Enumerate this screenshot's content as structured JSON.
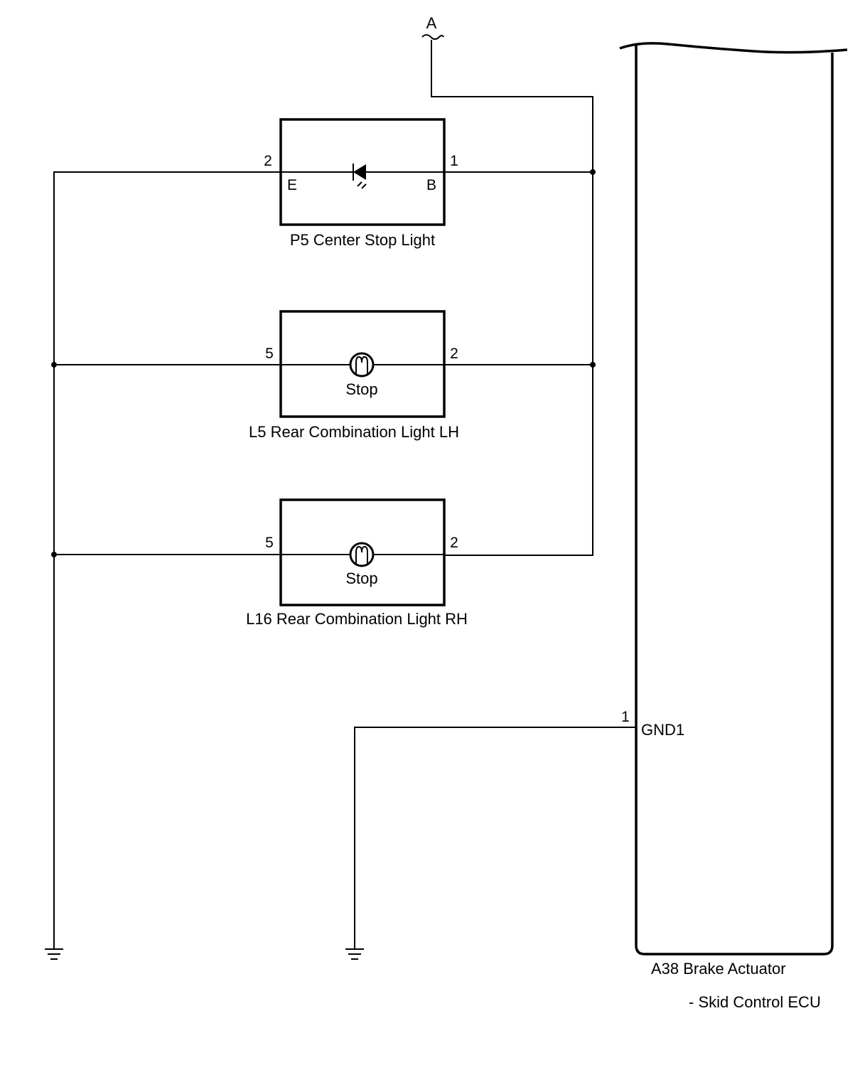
{
  "power_source": {
    "label": "A"
  },
  "components": [
    {
      "id": "P5",
      "name": "Center Stop Light",
      "caption": "P5  Center Stop Light",
      "symbol": "led-icon",
      "pin_left": "2",
      "pin_right": "1",
      "terminal_left": "E",
      "terminal_right": "B",
      "inner_label": ""
    },
    {
      "id": "L5",
      "name": "Rear Combination Light LH",
      "caption": "L5  Rear Combination Light LH",
      "symbol": "bulb-icon",
      "pin_left": "5",
      "pin_right": "2",
      "inner_label": "Stop"
    },
    {
      "id": "L16",
      "name": "Rear Combination Light RH",
      "caption": "L16  Rear Combination Light RH",
      "symbol": "bulb-icon",
      "pin_left": "5",
      "pin_right": "2",
      "inner_label": "Stop"
    }
  ],
  "ecu": {
    "caption_line1": "A38  Brake Actuator",
    "caption_line2": "- Skid Control ECU",
    "pin_number": "1",
    "pin_name": "GND1"
  },
  "colors": {
    "line": "#000000",
    "background": "#ffffff"
  }
}
